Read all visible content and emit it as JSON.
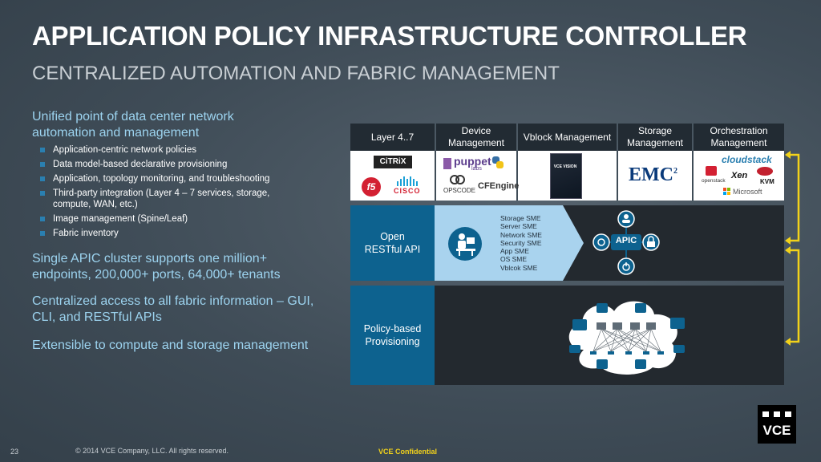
{
  "title": "APPLICATION POLICY INFRASTRUCTURE CONTROLLER",
  "subtitle": "CENTRALIZED AUTOMATION AND FABRIC MANAGEMENT",
  "left": {
    "lead1": "Unified point of data center network automation and management",
    "bullets": [
      "Application-centric network policies",
      "Data model-based declarative provisioning",
      "Application, topology monitoring, and troubleshooting",
      "Third-party integration (Layer 4 – 7 services, storage, compute, WAN, etc.)",
      "Image management (Spine/Leaf)",
      "Fabric inventory"
    ],
    "lead2": "Single APIC cluster supports one million+ endpoints, 200,000+ ports, 64,000+ tenants",
    "lead3": "Centralized access to all fabric information – GUI, CLI, and RESTful APIs",
    "lead4": "Extensible to compute and storage management"
  },
  "diagram": {
    "headers": [
      "Layer 4..7",
      "Device Management",
      "Vblock Management",
      "Storage Management",
      "Orchestration Management"
    ],
    "logos": {
      "citrix": "CiTRiX",
      "f5": "f5",
      "cisco": "CISCO",
      "puppet": "puppet",
      "puppet_sub": "labs",
      "opscode": "OPSCODE",
      "cfengine": "CFEngine",
      "vcevision": "VCE VISION",
      "emc": "EMC",
      "emc_sup": "2",
      "cloudstack": "cloudstack",
      "openstack": "openstack",
      "xen": "Xen",
      "kvm": "KVM",
      "microsoft": "Microsoft"
    },
    "row1_label": "Open RESTful API",
    "sme": [
      "Storage SME",
      "Server SME",
      "Network SME",
      "Security SME",
      "App SME",
      "OS SME",
      "Vblcok SME"
    ],
    "apic_label": "APIC",
    "row2_label": "Policy-based Provisioning"
  },
  "footer": {
    "page": "23",
    "copyright": "© 2014 VCE Company, LLC. All rights reserved.",
    "confidential": "VCE Confidential"
  },
  "brand_logo": "VCE",
  "colors": {
    "background": "#3f4c57",
    "accent_blue": "#0d628f",
    "light_blue_text": "#9cd3ef",
    "arrow_yellow": "#f2d21a"
  }
}
